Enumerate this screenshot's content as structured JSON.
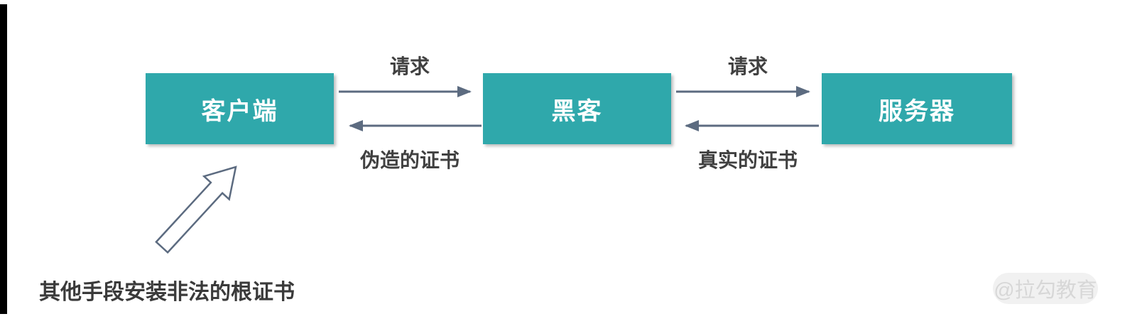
{
  "diagram": {
    "nodes": [
      {
        "id": "client",
        "label": "客户端"
      },
      {
        "id": "hacker",
        "label": "黑客"
      },
      {
        "id": "server",
        "label": "服务器"
      }
    ],
    "edges": [
      {
        "from": "client",
        "to": "hacker",
        "label": "请求"
      },
      {
        "from": "hacker",
        "to": "client",
        "label": "伪造的证书"
      },
      {
        "from": "hacker",
        "to": "server",
        "label": "请求"
      },
      {
        "from": "server",
        "to": "hacker",
        "label": "真实的证书"
      }
    ],
    "annotation": "其他手段安装非法的根证书",
    "watermark": "@拉勾教育",
    "colors": {
      "node_fill": "#2FA8AB",
      "node_text": "#ffffff",
      "arrow": "#5C6B80",
      "label_text": "#404040",
      "watermark_text": "#d7d7d7",
      "watermark_bg": "#f1f1f1",
      "left_bar": "#000000"
    }
  }
}
